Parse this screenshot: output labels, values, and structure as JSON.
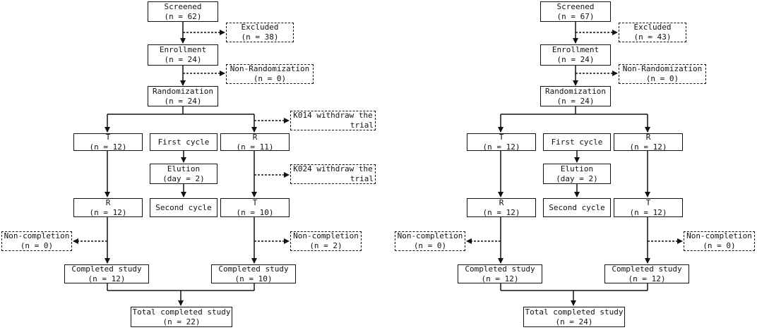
{
  "left": {
    "screened": {
      "title": "Screened",
      "count": "(n = 62)"
    },
    "excluded": {
      "title": "Excluded",
      "count": "(n = 38)"
    },
    "enrollment": {
      "title": "Enrollment",
      "count": "(n = 24)"
    },
    "non_randomization": {
      "title": "Non-Randomization",
      "count": "(n = 0)"
    },
    "randomization": {
      "title": "Randomization",
      "count": "(n = 24)"
    },
    "withdraw1": {
      "line1": "K014 withdraw the",
      "line2": "trial"
    },
    "t1": {
      "title": "T",
      "count": "(n = 12)"
    },
    "first_cycle": {
      "title": "First cycle"
    },
    "r1": {
      "title": "R",
      "count": "(n = 11)"
    },
    "elution": {
      "title": "Elution",
      "count": "(day = 2)"
    },
    "withdraw2": {
      "line1": "K024 withdraw the",
      "line2": "trial"
    },
    "r2": {
      "title": "R",
      "count": "(n = 12)"
    },
    "second_cycle": {
      "title": "Second cycle"
    },
    "t2": {
      "title": "T",
      "count": "(n = 10)"
    },
    "noncompletion_left": {
      "title": "Non-completion",
      "count": "(n = 0)"
    },
    "noncompletion_right": {
      "title": "Non-completion",
      "count": "(n = 2)"
    },
    "completed_left": {
      "title": "Completed study",
      "count": "(n = 12)"
    },
    "completed_right": {
      "title": "Completed study",
      "count": "(n = 10)"
    },
    "total": {
      "title": "Total completed study",
      "count": "(n = 22)"
    }
  },
  "right": {
    "screened": {
      "title": "Screened",
      "count": "(n = 67)"
    },
    "excluded": {
      "title": "Excluded",
      "count": "(n = 43)"
    },
    "enrollment": {
      "title": "Enrollment",
      "count": "(n = 24)"
    },
    "non_randomization": {
      "title": "Non-Randomization",
      "count": "(n = 0)"
    },
    "randomization": {
      "title": "Randomization",
      "count": "(n = 24)"
    },
    "t1": {
      "title": "T",
      "count": "(n = 12)"
    },
    "first_cycle": {
      "title": "First cycle"
    },
    "r1": {
      "title": "R",
      "count": "(n = 12)"
    },
    "elution": {
      "title": "Elution",
      "count": "(day = 2)"
    },
    "r2": {
      "title": "R",
      "count": "(n = 12)"
    },
    "second_cycle": {
      "title": "Second cycle"
    },
    "t2": {
      "title": "T",
      "count": "(n = 12)"
    },
    "noncompletion_left": {
      "title": "Non-completion",
      "count": "(n = 0)"
    },
    "noncompletion_right": {
      "title": "Non-completion",
      "count": "(n = 0)"
    },
    "completed_left": {
      "title": "Completed study",
      "count": "(n = 12)"
    },
    "completed_right": {
      "title": "Completed study",
      "count": "(n = 12)"
    },
    "total": {
      "title": "Total completed study",
      "count": "(n = 24)"
    }
  }
}
